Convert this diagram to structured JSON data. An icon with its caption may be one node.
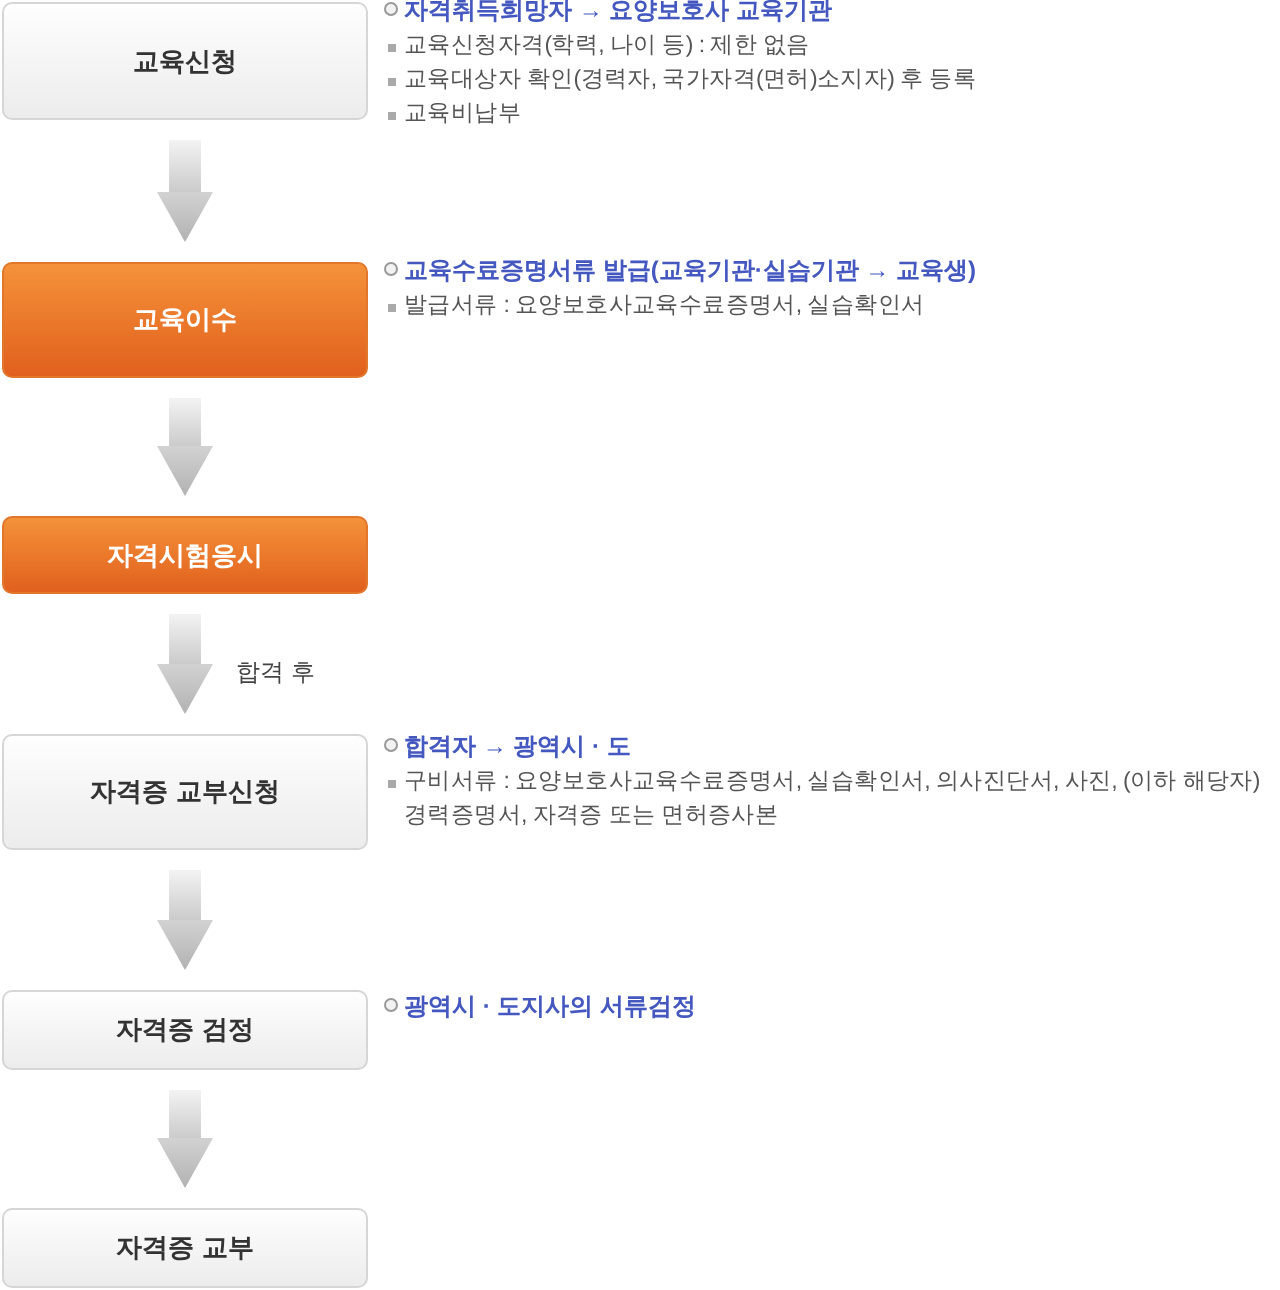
{
  "diagram": {
    "nodes": [
      {
        "text": [
          "교육신청"
        ],
        "beside": [
          "자격취득희망자 → 요양보호사 교육기관",
          "교육신청자격(학력, 나이 등) : 제한 없음",
          "교육대상자 확인(경력자, 국가자격(면허)소지자) 후 등록",
          "교육비납부"
        ]
      },
      {
        "text": [
          "교육이수"
        ],
        "beside": [
          "교육수료증명서류 발급(교육기관·실습기관 → 교육생)",
          "발급서류 : 요양보호사교육수료증명서, 실습확인서"
        ]
      },
      {
        "text": [
          "자격시험응시"
        ]
      },
      {
        "text": [
          "자격증 교부신청"
        ],
        "beside": [
          "합격자 → 광역시 · 도",
          "구비서류 : 요양보호사교육수료증명서, 실습확인서, 의사진단서, 사진, (이하 해당자) 경력증명서, 자격증 또는 면허증사본"
        ]
      },
      {
        "text": [
          "자격증 검정"
        ],
        "beside": [
          "광역시 · 도지사의 서류검정"
        ]
      },
      {
        "text": [
          "자격증 교부"
        ]
      }
    ],
    "edges": [
      {
        "from": 0,
        "to": 1,
        "arrow": "to"
      },
      {
        "from": 1,
        "to": 2,
        "arrow": "to"
      },
      {
        "from": 2,
        "to": 3,
        "arrow": "to",
        "label": "합격 후"
      },
      {
        "from": 3,
        "to": 4,
        "arrow": "to"
      },
      {
        "from": 4,
        "to": 5,
        "arrow": "to"
      }
    ]
  }
}
